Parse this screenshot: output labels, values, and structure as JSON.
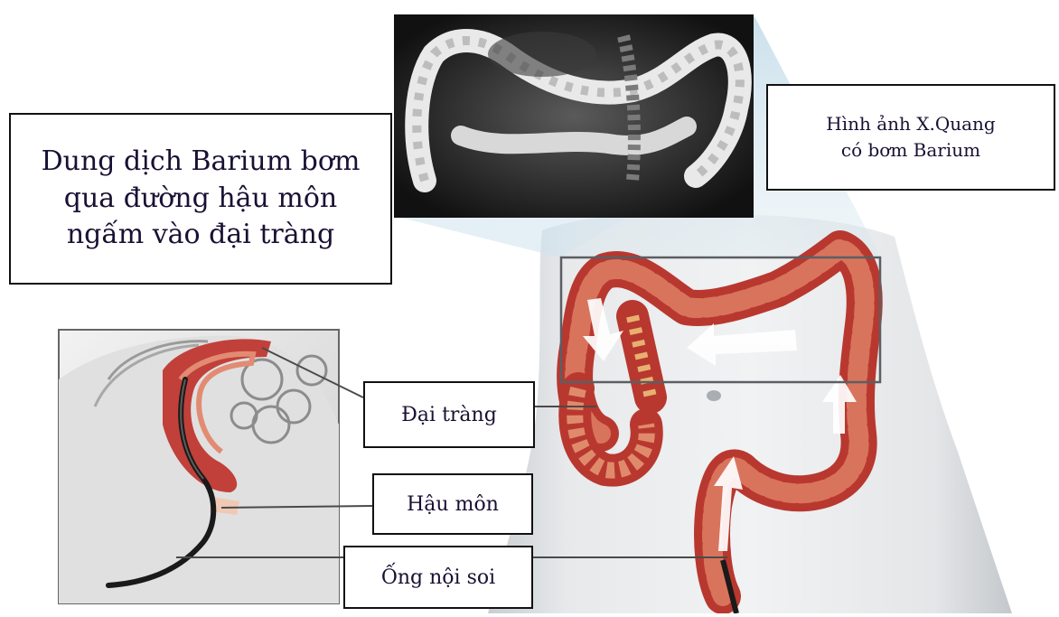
{
  "labels": {
    "barium_solution": "Dung dịch Barium bơm\nqua đường hậu môn\nngấm vào đại tràng",
    "xray_image": "Hình ảnh X.Quang\ncó bơm Barium",
    "colon": "Đại tràng",
    "anus": "Hậu môn",
    "endoscope": "Ống nội soi"
  },
  "colors": {
    "colon_red": "#c2403a",
    "colon_light": "#e08a6c",
    "skin": "#e6e8ea",
    "xray_bg": "#1c1c1c",
    "text": "#1a1033"
  }
}
